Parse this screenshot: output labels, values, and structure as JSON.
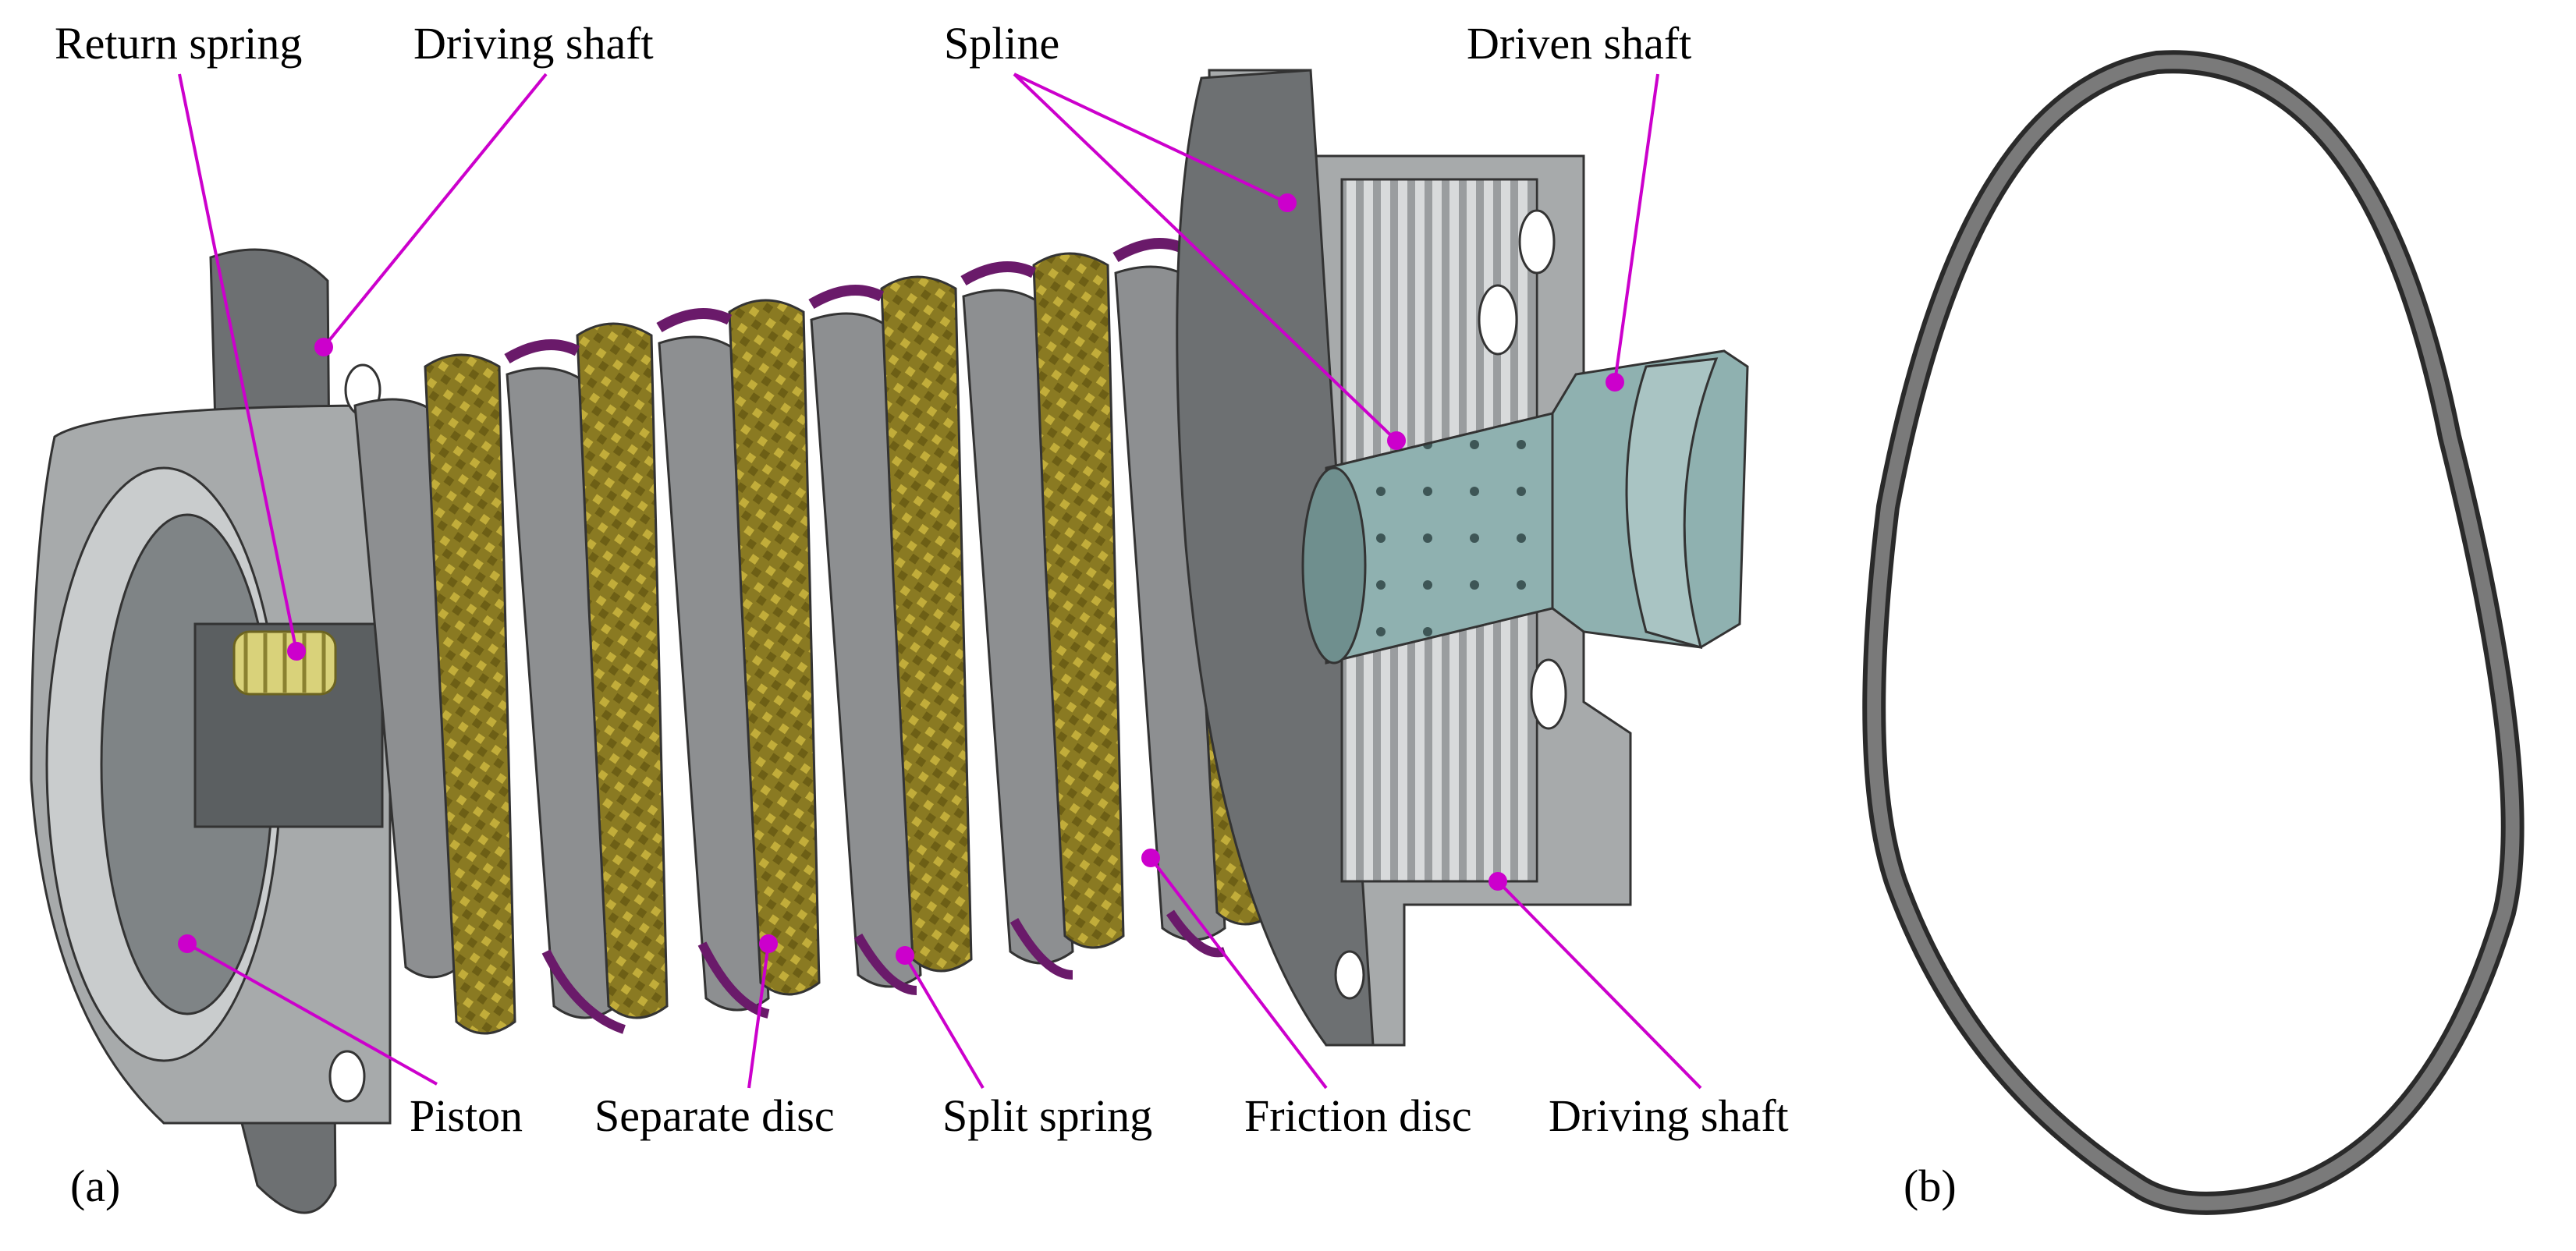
{
  "labels": {
    "return_spring": "Return spring",
    "driving_shaft_top": "Driving shaft",
    "spline": "Spline",
    "driven_shaft": "Driven shaft",
    "piston": "Piston",
    "separate_disc": "Separate disc",
    "split_spring": "Split spring",
    "friction_disc": "Friction disc",
    "driving_shaft_bottom": "Driving shaft"
  },
  "panels": {
    "a": "(a)",
    "b": "(b)"
  },
  "colors": {
    "leader": "#cc00cc",
    "housing": "#a7aaab",
    "housing_dark": "#6d7072",
    "friction_pad": "#8a7a22",
    "separator": "#8d8f91",
    "split_spring": "#6a1a6a",
    "shaft": "#8fb1b0",
    "ring": "#7a7a7a"
  }
}
